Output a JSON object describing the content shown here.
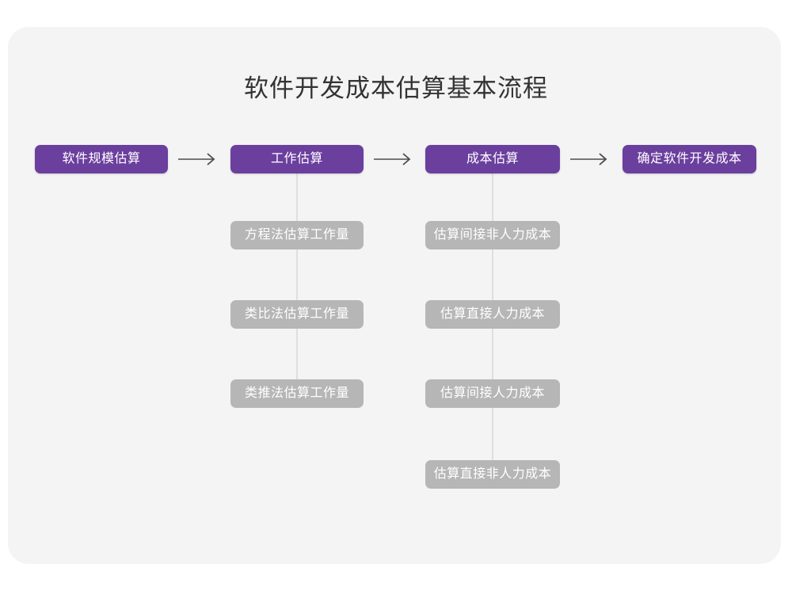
{
  "page": {
    "title": "软件开发成本估算基本流程",
    "background_color": "#ffffff",
    "card_color": "#f4f4f4"
  },
  "theme": {
    "primary_color": "#6b3f9e",
    "secondary_color": "#b6b6b6",
    "connector_color": "#dedede",
    "title_color": "#333333",
    "node_text_color": "#ffffff",
    "arrow_color": "#4d4d4d"
  },
  "flow": {
    "main_steps": [
      {
        "label": "软件规模估算"
      },
      {
        "label": "工作估算"
      },
      {
        "label": "成本估算"
      },
      {
        "label": "确定软件开发成本"
      }
    ],
    "arrows": [
      {
        "glyph": "⟶",
        "name": "arrow-1"
      },
      {
        "glyph": "⟶",
        "name": "arrow-2"
      },
      {
        "glyph": "⟶",
        "name": "arrow-3"
      }
    ],
    "branches": [
      {
        "parent": "工作估算",
        "items": [
          {
            "label": "方程法估算工作量"
          },
          {
            "label": "类比法估算工作量"
          },
          {
            "label": "类推法估算工作量"
          }
        ]
      },
      {
        "parent": "成本估算",
        "items": [
          {
            "label": "估算间接非人力成本"
          },
          {
            "label": "估算直接人力成本"
          },
          {
            "label": "估算间接人力成本"
          },
          {
            "label": "估算直接非人力成本"
          }
        ]
      }
    ]
  }
}
